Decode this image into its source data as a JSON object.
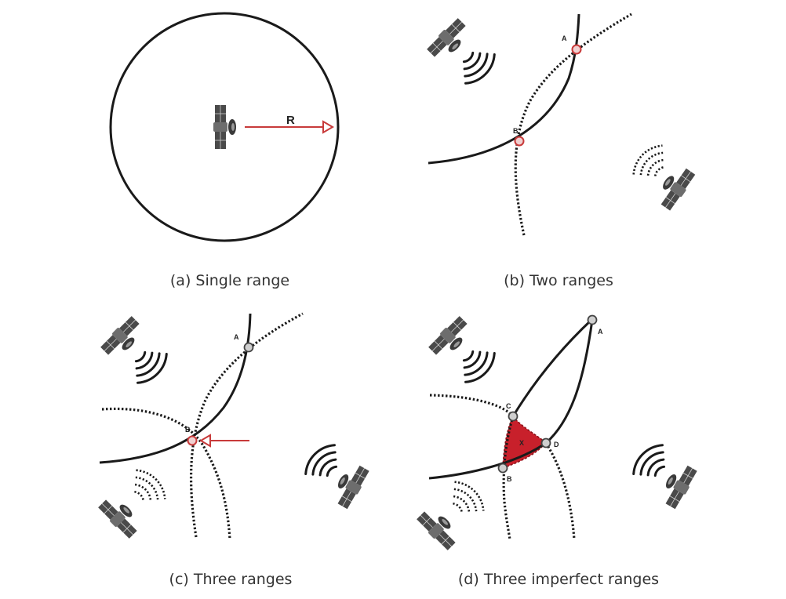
{
  "panels": {
    "a": {
      "caption": "(a) Single range",
      "range_label": "R"
    },
    "b": {
      "caption": "(b) Two ranges",
      "points": [
        "A",
        "B"
      ]
    },
    "c": {
      "caption": "(c) Three ranges",
      "points": [
        "A",
        "B"
      ]
    },
    "d": {
      "caption": "(d) Three imperfect ranges",
      "points": [
        "A",
        "B",
        "C",
        "D"
      ],
      "region_label": "X"
    }
  },
  "colors": {
    "accent_red": "#c83a3a",
    "region_fill": "#c8202b",
    "line": "#1a1a1a",
    "satellite": "#4a4a4a"
  },
  "icons": [
    "satellite-icon",
    "signal-waves-icon"
  ]
}
